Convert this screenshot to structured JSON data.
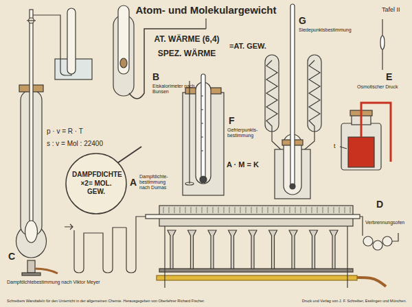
{
  "diagram": {
    "title": "Atom- und Molekulargewicht",
    "nodes": [
      {
        "text": [
          "DAMPFDICHTE ×2= MOL. GEW."
        ]
      }
    ],
    "labels": [
      "Tafel II",
      "AT. WÄRME (6,4)",
      "SPEZ. WÄRME",
      "=AT. GEW.",
      "B",
      "Eiskalorimeter nach Bunsen",
      "p · v = R · T",
      "s : v = Mol : 22400",
      "A",
      "Dampfdichte- bestimmung nach Dumas",
      "F",
      "Gefrierpunkts- bestimmung",
      "A · M = K",
      "G",
      "Siedepunktsbestimmung",
      "E",
      "Osmotischer Druck",
      "t",
      "D",
      "Verbrennungsofen",
      "C",
      "Dampfdichtebestimmung nach Viktor Meyer",
      "Schreibers Wandtafeln für den Unterricht in der allgemeinen Chemie. Herausgegeben von Oberlehrer Richard Fischer.",
      "Druck und Verlag von J. F. Schreiber, Esslingen und München."
    ]
  }
}
